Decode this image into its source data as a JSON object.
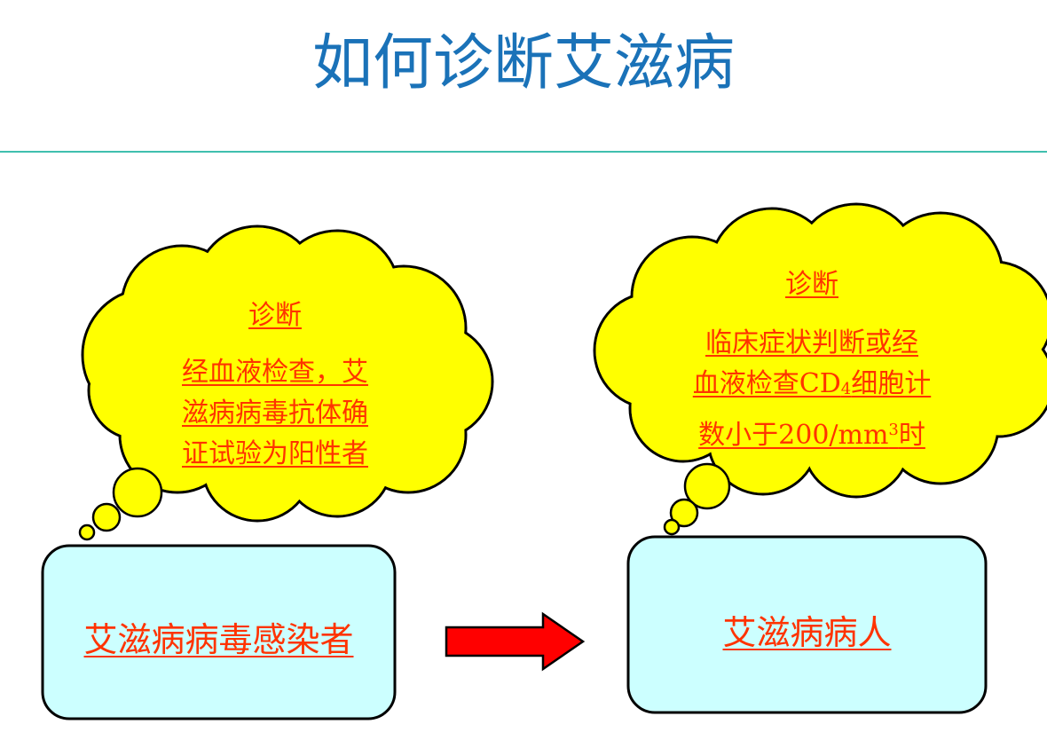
{
  "title": "如何诊断艾滋病",
  "colors": {
    "title": "#1a72b8",
    "rule": "#3fbfae",
    "cloud_fill": "#ffff00",
    "box_fill": "#ccffff",
    "text_red": "#ff3300",
    "arrow_fill": "#ff0000",
    "outline": "#000000"
  },
  "left": {
    "cloud_heading": "诊断",
    "cloud_lines": [
      "经血液检查，艾",
      "滋病病毒抗体确",
      "证试验为阳性者"
    ],
    "box_label": "艾滋病病毒感染者"
  },
  "right": {
    "cloud_heading": "诊断",
    "cloud_line1": "临床症状判断或经",
    "cloud_line2_pre": "血液检查CD",
    "cloud_line2_sub": "4",
    "cloud_line2_post": "细胞计",
    "cloud_line3_pre": "数小于200/mm",
    "cloud_line3_sup": "3",
    "cloud_line3_post": "时",
    "box_label": "艾滋病病人"
  },
  "arrow": "right-arrow"
}
